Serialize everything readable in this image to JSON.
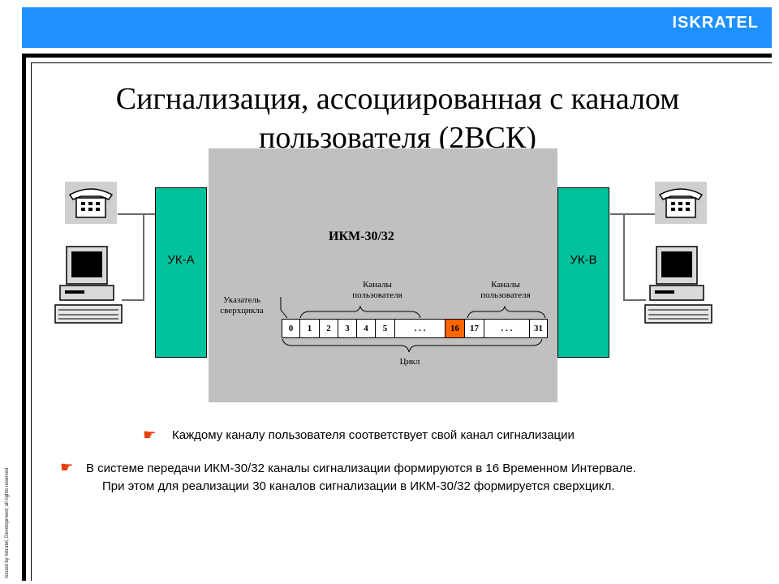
{
  "header": {
    "logo": "ISKRATEL"
  },
  "side_text": "Issued by Iskratel, Development; all rights reserved",
  "title": {
    "line1": "Сигнализация, ассоциированная с каналом",
    "line2": "пользователя (2ВСК)"
  },
  "diagram": {
    "uk_a": "УК-А",
    "uk_b": "УК-В",
    "ikm": "ИКМ-30/32",
    "pointer_label_1": "Указатель",
    "pointer_label_2": "сверхцикла",
    "channels_left_1": "Каналы",
    "channels_left_2": "пользователя",
    "channels_right_1": "Каналы",
    "channels_right_2": "пользователя",
    "cycle_label": "Цикл",
    "slots": [
      "0",
      "1",
      "2",
      "3",
      "4",
      "5",
      ". . .",
      "16",
      "17",
      ". . .",
      "31"
    ],
    "highlight_color": "#ff6600",
    "uk_color": "#00c29b"
  },
  "notes": {
    "bullet_icon": "pointing-hand-icon",
    "bullet1": "Каждому каналу пользователя соответствует свой канал сигнализации",
    "bullet2_line1": "В системе передачи ИКМ-30/32 каналы сигнализации формируются в 16 Временном Интервале.",
    "bullet2_line2": "При этом для реализации 30 каналов сигнализации в ИКМ-30/32 формируется сверхцикл."
  }
}
